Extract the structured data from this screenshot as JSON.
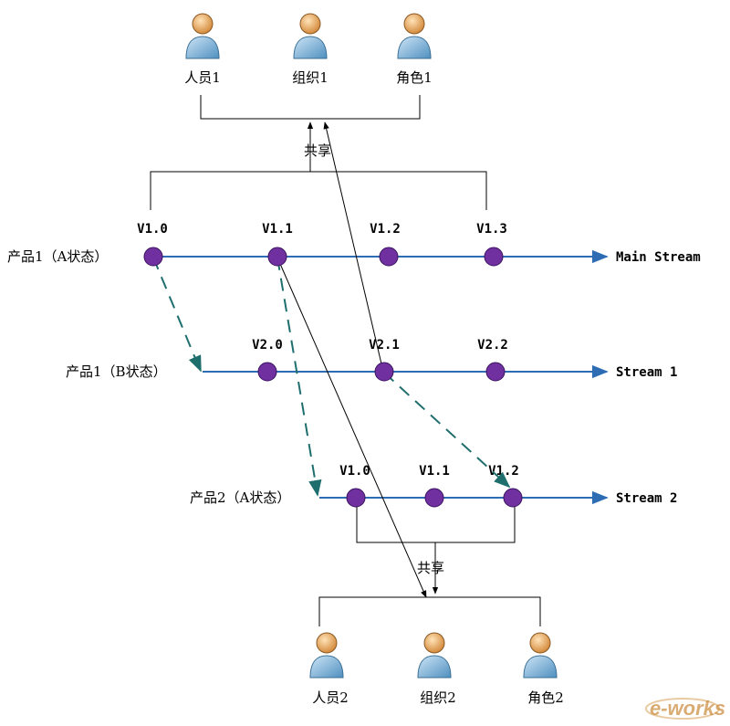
{
  "top_people": [
    {
      "label": "人员1",
      "icon": "person-icon"
    },
    {
      "label": "组织1",
      "icon": "person-icon"
    },
    {
      "label": "角色1",
      "icon": "person-icon"
    }
  ],
  "bottom_people": [
    {
      "label": "人员2",
      "icon": "person-icon"
    },
    {
      "label": "组织2",
      "icon": "person-icon"
    },
    {
      "label": "角色2",
      "icon": "person-icon"
    }
  ],
  "share_top": "共享",
  "share_bottom": "共享",
  "streams": {
    "main": {
      "product_label": "产品1（A状态）",
      "stream_label": "Main Stream",
      "versions": [
        "V1.0",
        "V1.1",
        "V1.2",
        "V1.3"
      ]
    },
    "s1": {
      "product_label": "产品1（B状态）",
      "stream_label": "Stream 1",
      "versions": [
        "V2.0",
        "V2.1",
        "V2.2"
      ]
    },
    "s2": {
      "product_label": "产品2（A状态）",
      "stream_label": "Stream 2",
      "versions": [
        "V1.0",
        "V1.1",
        "V1.2"
      ]
    }
  },
  "watermark": "e-works",
  "colors": {
    "stream_line": "#2e6db4",
    "node_fill": "#7030a0",
    "dashed_arrow": "#1f6e6e",
    "person_body": "#8fc3e6",
    "person_head": "#f2c08a"
  }
}
